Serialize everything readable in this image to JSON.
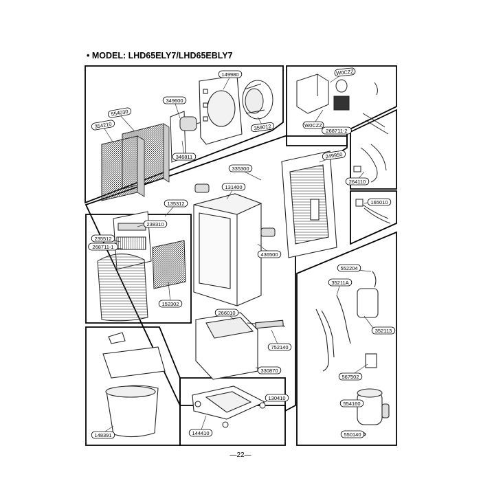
{
  "title": "• MODEL: LHD65ELY7/LHD65EBLY7",
  "page_number": "—22—",
  "part_labels": [
    {
      "id": "p149980",
      "text": "149980"
    },
    {
      "id": "p349600",
      "text": "349600"
    },
    {
      "id": "p554030",
      "text": "554030"
    },
    {
      "id": "p354210",
      "text": "354210"
    },
    {
      "id": "p359012",
      "text": "359012"
    },
    {
      "id": "p346811",
      "text": "346811"
    },
    {
      "id": "pW0CZZ1",
      "text": "W0CZZ"
    },
    {
      "id": "pW0CZZ2",
      "text": "W0CZZ"
    },
    {
      "id": "p268711_2",
      "text": "268711-2"
    },
    {
      "id": "p249950",
      "text": "249950"
    },
    {
      "id": "p264110",
      "text": "264110"
    },
    {
      "id": "p335300",
      "text": "335300"
    },
    {
      "id": "p131400",
      "text": "131400"
    },
    {
      "id": "p135312",
      "text": "135312"
    },
    {
      "id": "p238310",
      "text": "238310"
    },
    {
      "id": "p235512",
      "text": "235512"
    },
    {
      "id": "p268711_1",
      "text": "268711-1"
    },
    {
      "id": "p436500",
      "text": "436500"
    },
    {
      "id": "p152302",
      "text": "152302"
    },
    {
      "id": "p165010",
      "text": "165010"
    },
    {
      "id": "p552204",
      "text": "552204"
    },
    {
      "id": "p35211a",
      "text": "35211A"
    },
    {
      "id": "p352113",
      "text": "352113"
    },
    {
      "id": "p266010",
      "text": "266010"
    },
    {
      "id": "p752140",
      "text": "752140"
    },
    {
      "id": "p330870",
      "text": "330870"
    },
    {
      "id": "p130410",
      "text": "130410"
    },
    {
      "id": "p144410",
      "text": "144410"
    },
    {
      "id": "p148391",
      "text": "148391"
    },
    {
      "id": "p567502",
      "text": "567502"
    },
    {
      "id": "p554160",
      "text": "554160"
    },
    {
      "id": "p550140",
      "text": "550140"
    }
  ]
}
